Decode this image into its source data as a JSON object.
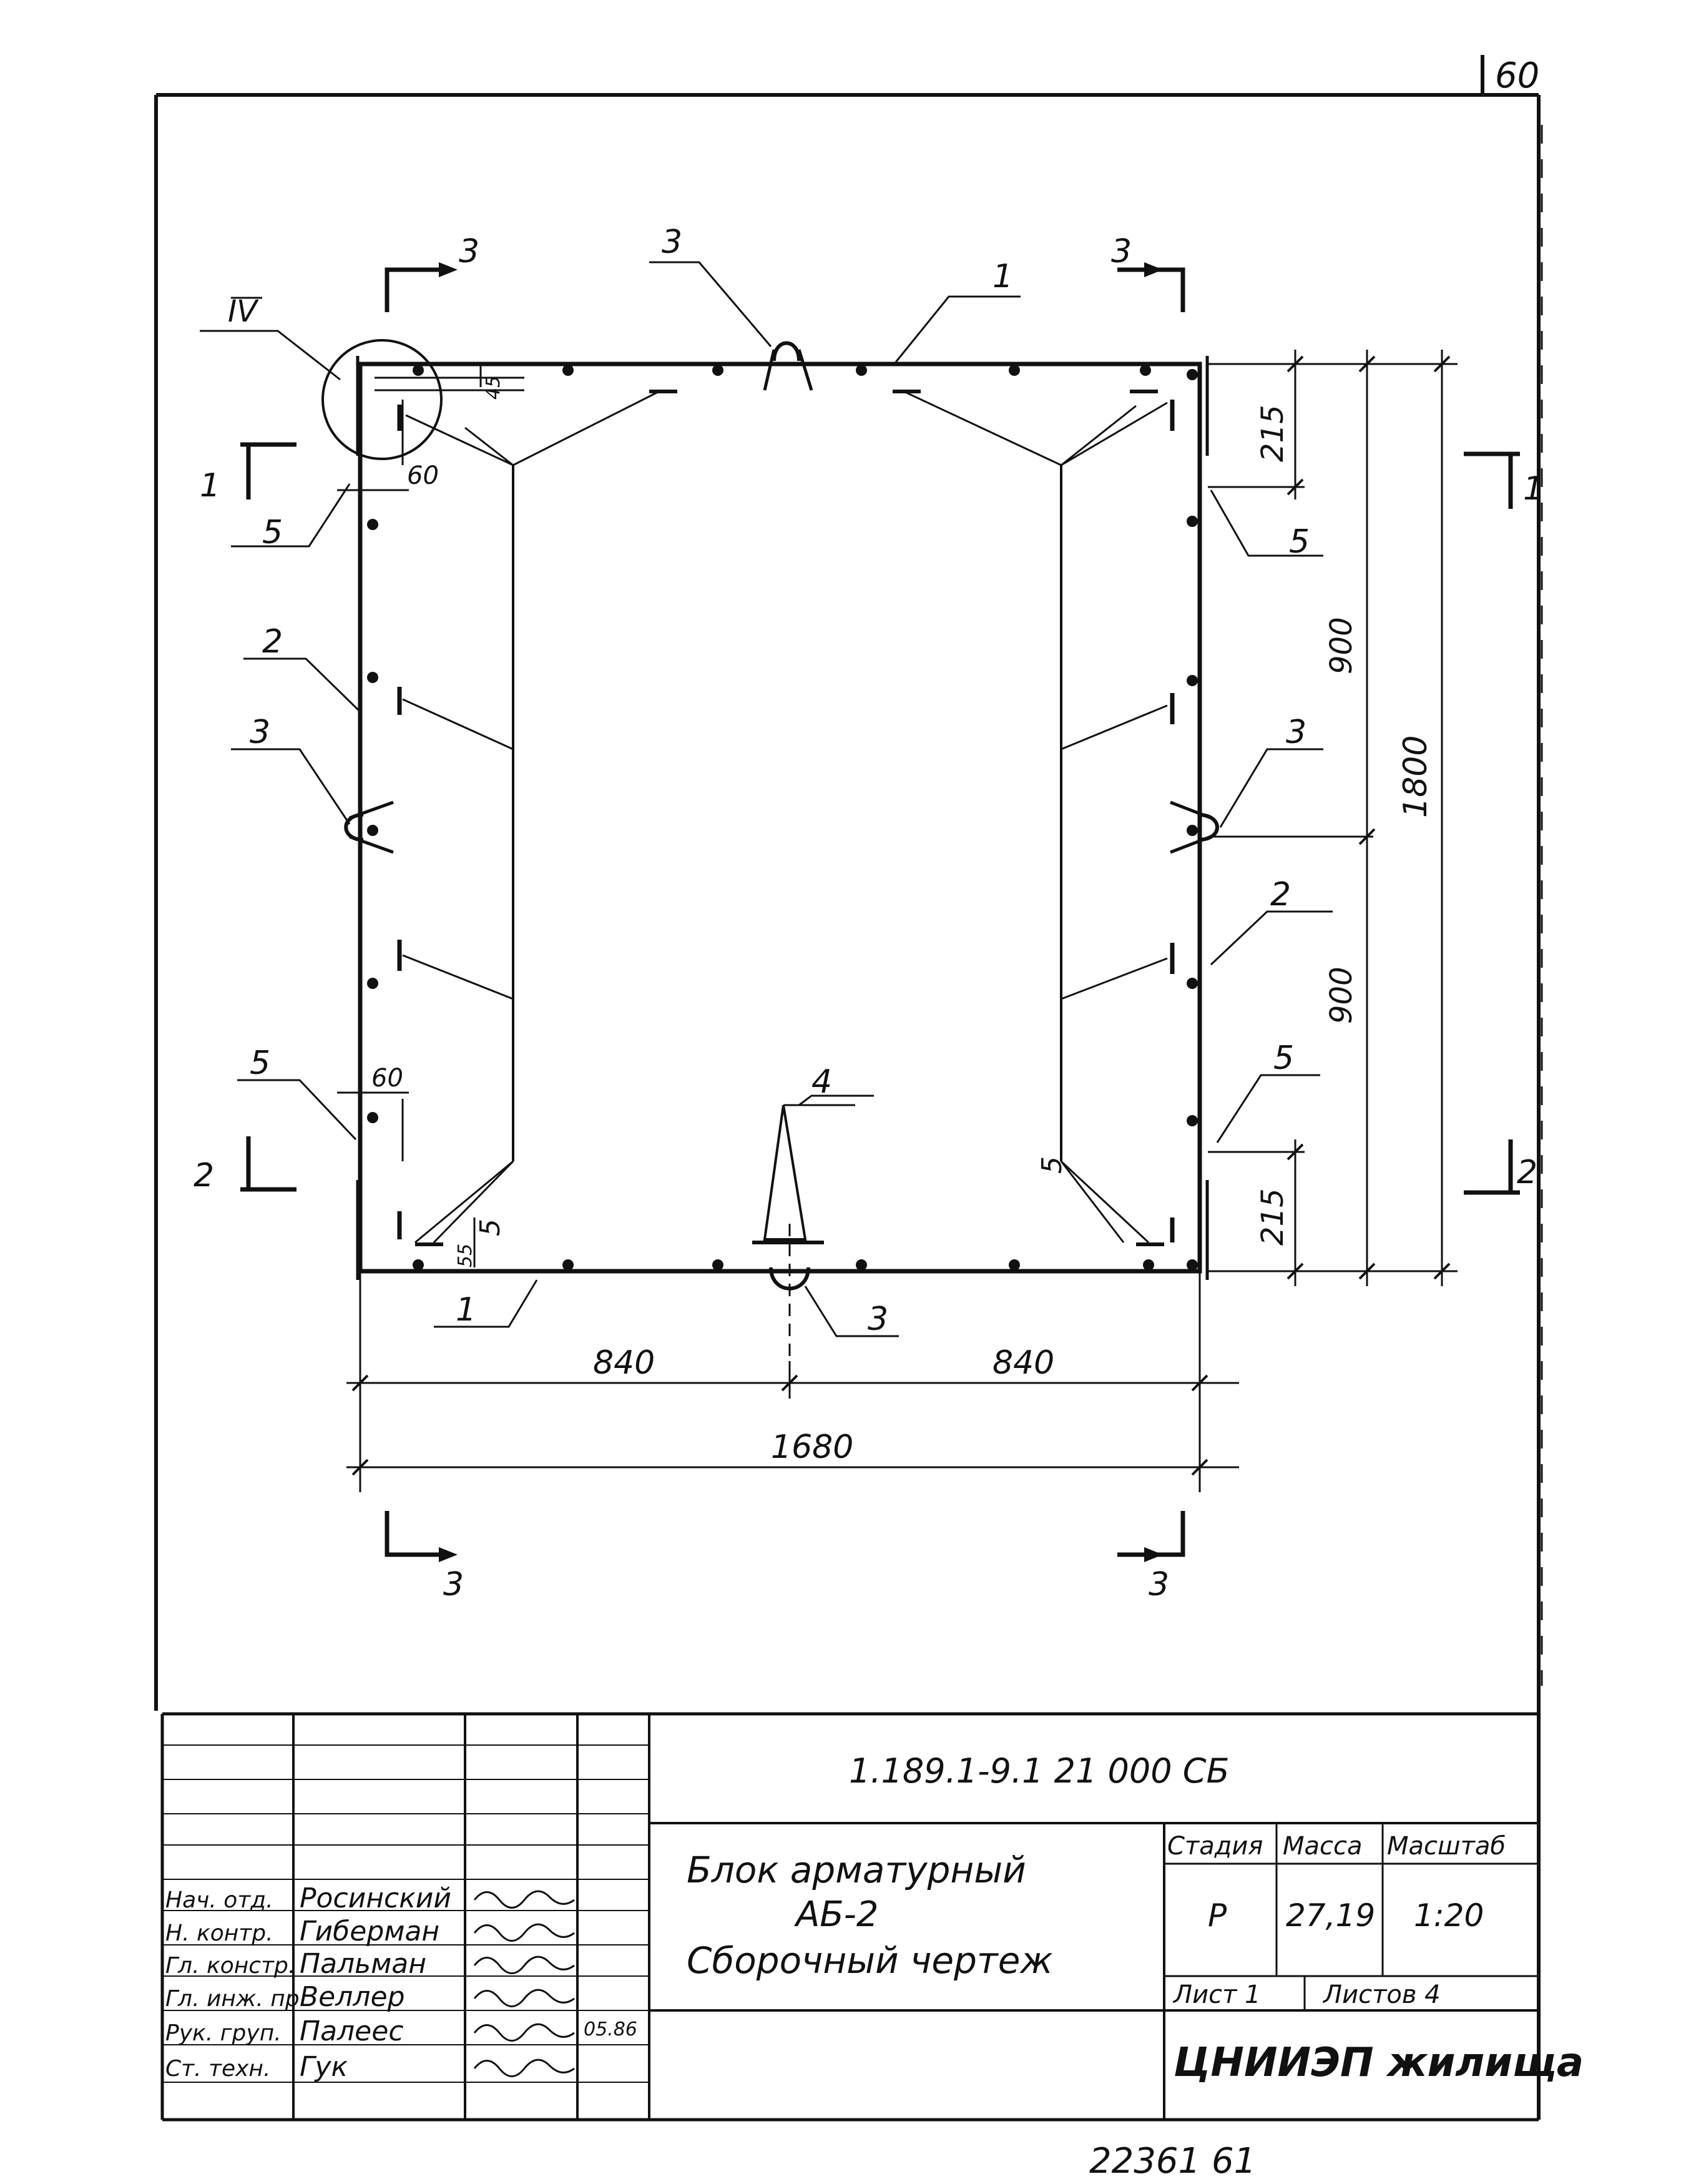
{
  "sheet_number": "60",
  "archive_number": "22361 61",
  "drawing": {
    "callout_detail": "IV",
    "sections": {
      "s1_left": "1",
      "s1_right": "1",
      "s2_left": "2",
      "s2_right": "2",
      "s3_top_left": "3",
      "s3_top_right": "3",
      "s3_bottom_left": "3",
      "s3_bottom_right": "3"
    },
    "positions": {
      "p1_top": "1",
      "p1_bottom": "1",
      "p2_left": "2",
      "p2_right": "2",
      "p3_top": "3",
      "p3_left": "3",
      "p3_right": "3",
      "p3_bottom": "3",
      "p4": "4",
      "p5_top_left": "5",
      "p5_top_right": "5",
      "p5_bottom_left": "5",
      "p5_bottom_right": "5",
      "p5_inner_left": "5",
      "p5_inner_right": "5"
    },
    "dimensions": {
      "d45": "45",
      "d60_top": "60",
      "d60_bottom": "60",
      "d55": "55",
      "d215_top": "215",
      "d215_bottom": "215",
      "d900_top": "900",
      "d900_bottom": "900",
      "d1800": "1800",
      "d840_left": "840",
      "d840_right": "840",
      "d1680": "1680"
    }
  },
  "title_block": {
    "designation": "1.189.1-9.1 21 000 СБ",
    "title_line1": "Блок арматурный",
    "title_line2": "АБ-2",
    "title_line3": "Сборочный чертеж",
    "stage_header": "Стадия",
    "mass_header": "Масса",
    "scale_header": "Масштаб",
    "stage": "Р",
    "mass": "27,19",
    "scale": "1:20",
    "sheet_label": "Лист 1",
    "sheets_label": "Листов 4",
    "org": "ЦНИИЭП жилища",
    "date": "05.86",
    "roles": [
      {
        "role": "Нач. отд.",
        "name": "Росинский"
      },
      {
        "role": "Н. контр.",
        "name": "Гиберман"
      },
      {
        "role": "Гл. констр.",
        "name": "Пальман"
      },
      {
        "role": "Гл. инж. пр.",
        "name": "Веллер"
      },
      {
        "role": "Рук. груп.",
        "name": "Палеес"
      },
      {
        "role": "Ст. техн.",
        "name": "Гук"
      }
    ]
  }
}
